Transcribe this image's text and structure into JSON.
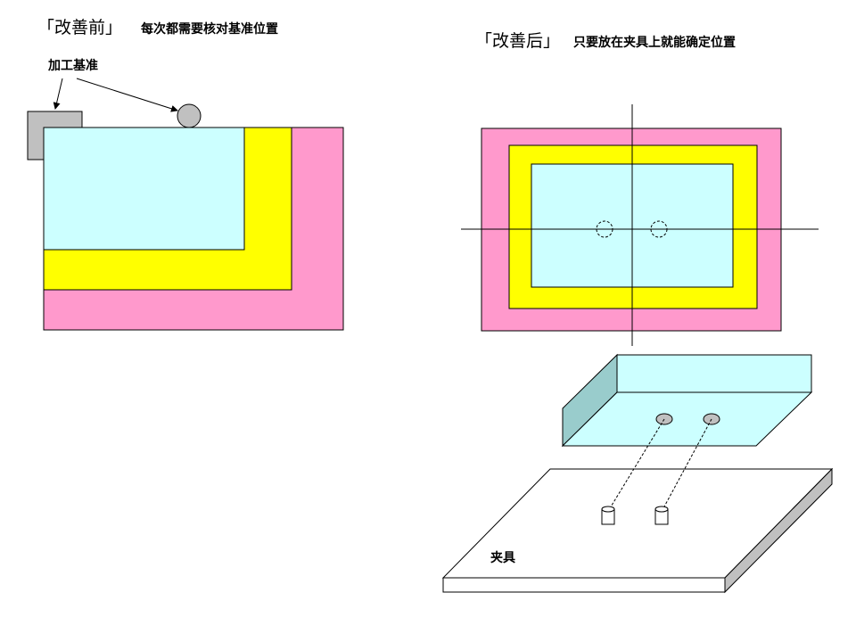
{
  "before": {
    "title": "「改善前」",
    "description": "每次都需要核对基准位置",
    "reference_label": "加工基准"
  },
  "after": {
    "title": "「改善后」",
    "description": "只要放在夹具上就能确定位置",
    "fixture_label": "夹具"
  },
  "colors": {
    "pink": "#ff99cc",
    "yellow": "#ffff00",
    "cyan": "#ccffff",
    "gray": "#c0c0c0",
    "side": "#99cccc"
  }
}
